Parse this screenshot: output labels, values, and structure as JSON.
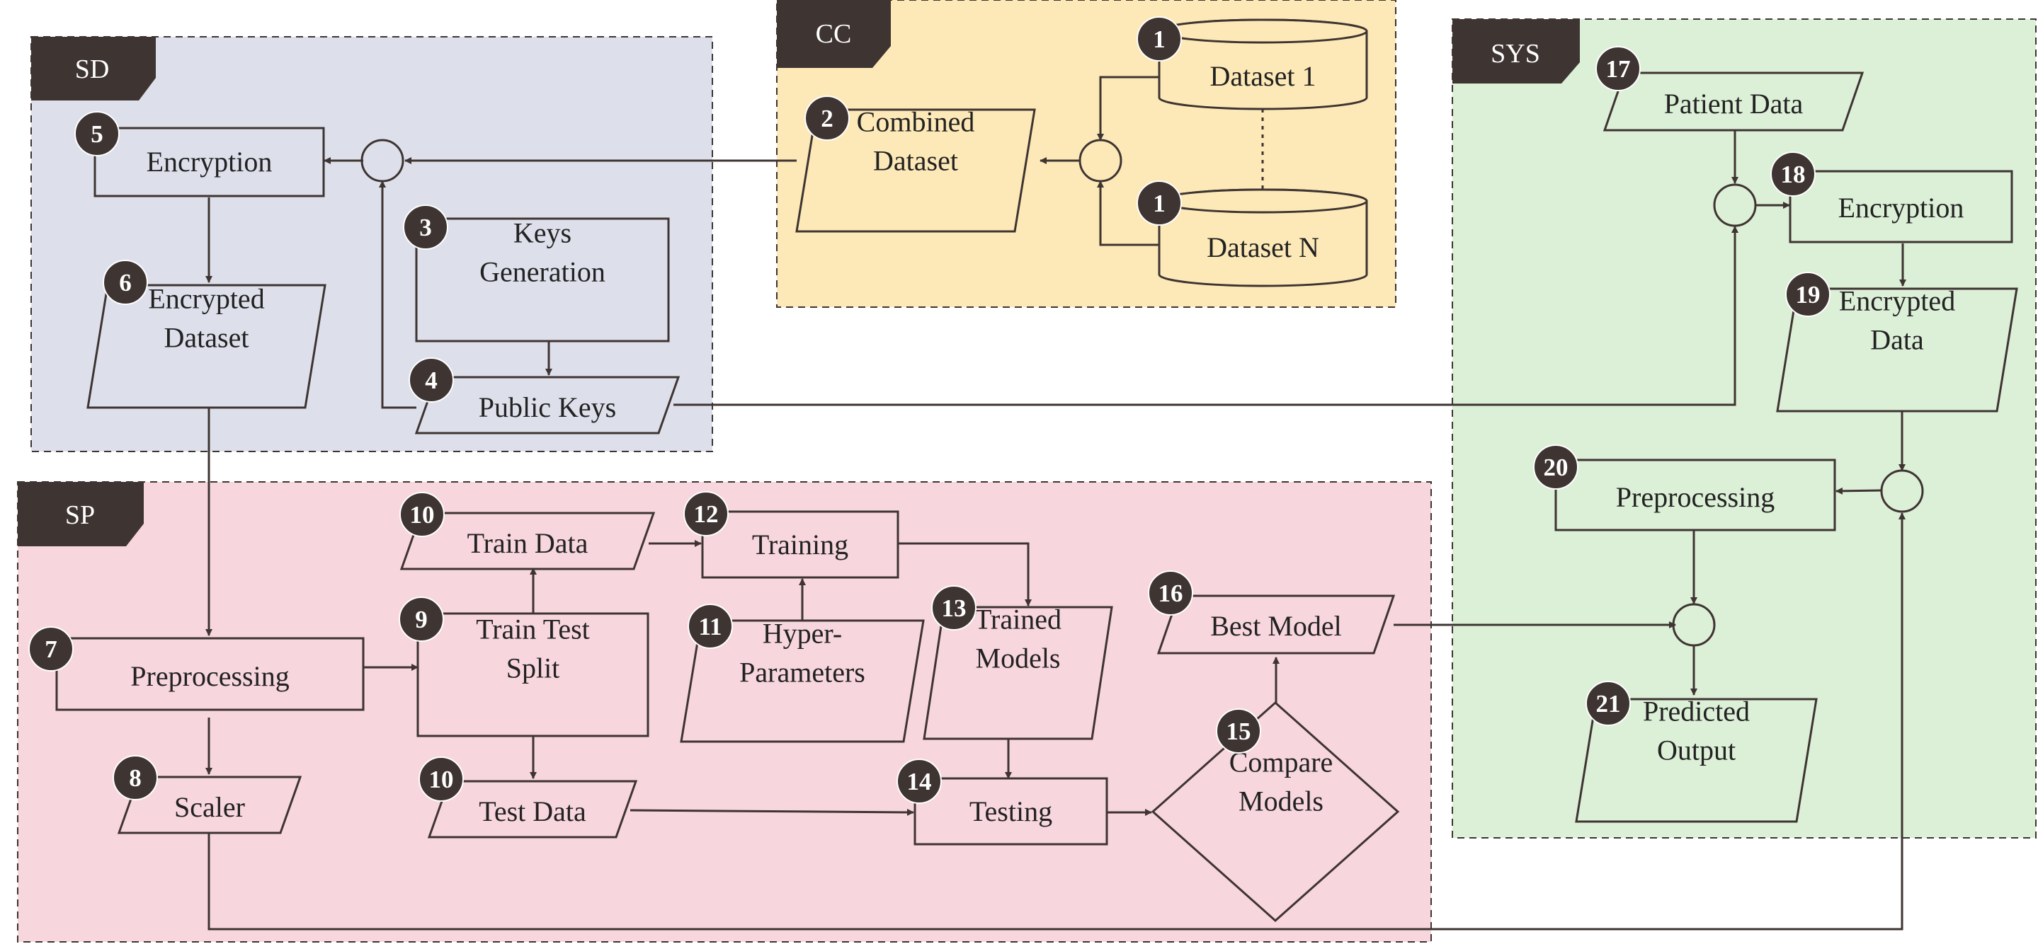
{
  "colors": {
    "sd": "#dde0eb",
    "cc": "#fde9b7",
    "sys": "#dcefd7",
    "sp": "#f8d6de",
    "ink": "#3e3432"
  },
  "zones": {
    "sd": "SD",
    "cc": "CC",
    "sys": "SYS",
    "sp": "SP"
  },
  "nodes": {
    "dataset_1": {
      "num": "1",
      "lines": [
        "Dataset 1"
      ]
    },
    "dataset_n": {
      "num": "1",
      "lines": [
        "Dataset N"
      ]
    },
    "combined_dataset": {
      "num": "2",
      "lines": [
        "Combined",
        "Dataset"
      ]
    },
    "keys_generation": {
      "num": "3",
      "lines": [
        "Keys",
        "Generation"
      ]
    },
    "public_keys": {
      "num": "4",
      "lines": [
        "Public Keys"
      ]
    },
    "encryption_sd": {
      "num": "5",
      "lines": [
        "Encryption"
      ]
    },
    "encrypted_dataset": {
      "num": "6",
      "lines": [
        "Encrypted",
        "Dataset"
      ]
    },
    "preprocessing_sp": {
      "num": "7",
      "lines": [
        "Preprocessing"
      ]
    },
    "scaler": {
      "num": "8",
      "lines": [
        "Scaler"
      ]
    },
    "train_test_split": {
      "num": "9",
      "lines": [
        "Train Test",
        "Split"
      ]
    },
    "train_data": {
      "num": "10",
      "lines": [
        "Train Data"
      ]
    },
    "test_data": {
      "num": "10",
      "lines": [
        "Test Data"
      ]
    },
    "hyper_parameters": {
      "num": "11",
      "lines": [
        "Hyper-",
        "Parameters"
      ]
    },
    "training": {
      "num": "12",
      "lines": [
        "Training"
      ]
    },
    "trained_models": {
      "num": "13",
      "lines": [
        "Trained",
        "Models"
      ]
    },
    "testing": {
      "num": "14",
      "lines": [
        "Testing"
      ]
    },
    "compare_models": {
      "num": "15",
      "lines": [
        "Compare",
        "Models"
      ]
    },
    "best_model": {
      "num": "16",
      "lines": [
        "Best Model"
      ]
    },
    "patient_data": {
      "num": "17",
      "lines": [
        "Patient Data"
      ]
    },
    "encryption_sys": {
      "num": "18",
      "lines": [
        "Encryption"
      ]
    },
    "encrypted_data": {
      "num": "19",
      "lines": [
        "Encrypted",
        "Data"
      ]
    },
    "preprocessing_sys": {
      "num": "20",
      "lines": [
        "Preprocessing"
      ]
    },
    "predicted_output": {
      "num": "21",
      "lines": [
        "Predicted",
        "Output"
      ]
    }
  }
}
